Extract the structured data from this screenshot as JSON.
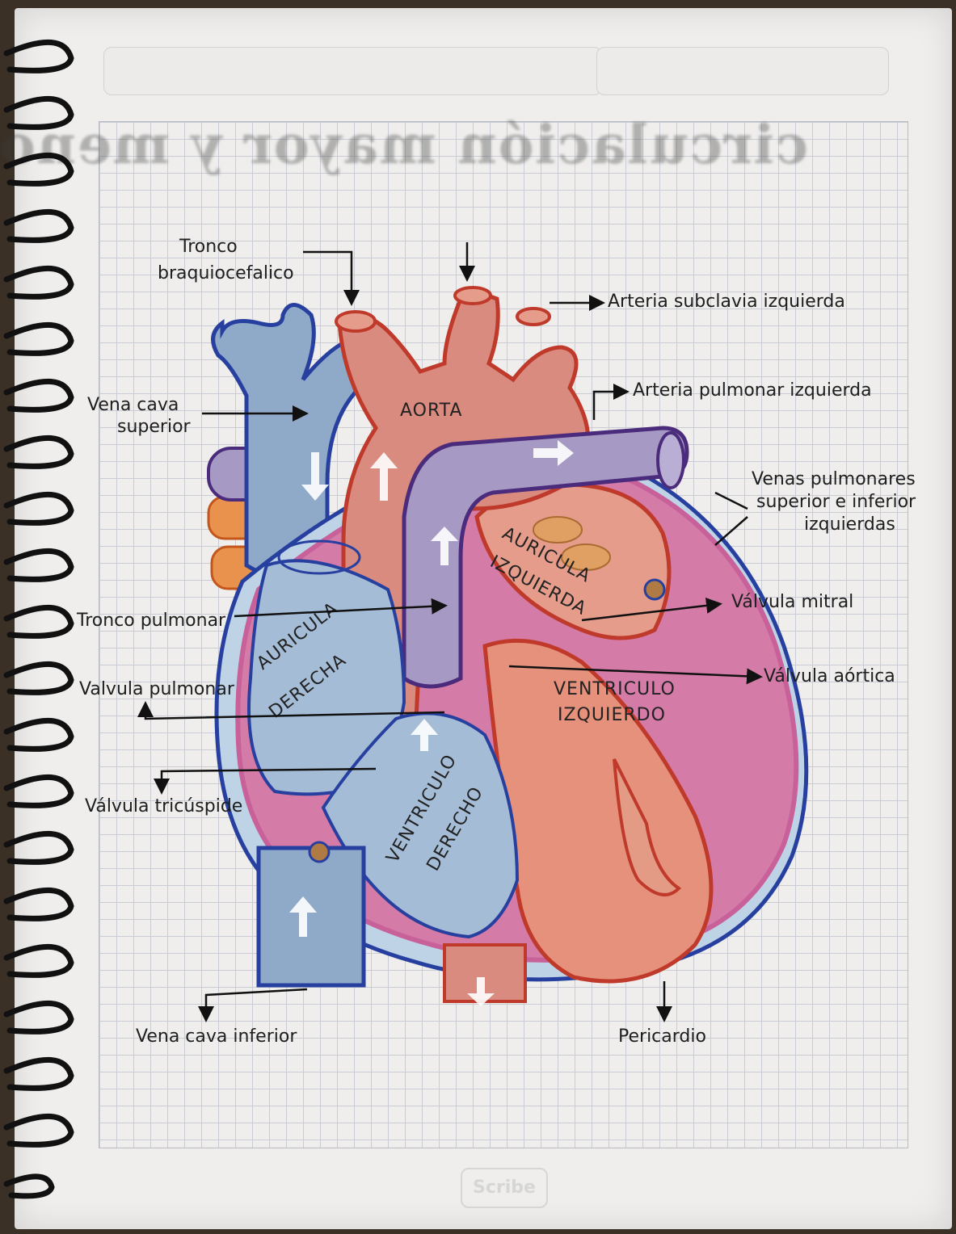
{
  "ghost_title": "circulación mayor y menor",
  "labels": {
    "tronco_braquiocefalico_1": "Tronco",
    "tronco_braquiocefalico_2": "braquiocefalico",
    "arteria_subclavia": "Arteria subclavia izquierda",
    "arteria_pulmonar": "Arteria pulmonar izquierda",
    "vena_cava_superior_1": "Vena cava",
    "vena_cava_superior_2": "superior",
    "venas_pulmonares_1": "Venas pulmonares",
    "venas_pulmonares_2": "superior e inferior",
    "venas_pulmonares_3": "izquierdas",
    "valvula_mitral": "Válvula mitral",
    "tronco_pulmonar": "Tronco pulmonar",
    "valvula_aortica": "Válvula aórtica",
    "valvula_pulmonar": "Valvula pulmonar",
    "valvula_tricuspide": "Válvula tricúspide",
    "vena_cava_inferior": "Vena cava inferior",
    "pericardio": "Pericardio"
  },
  "chambers": {
    "aorta": "AORTA",
    "auricula_izquierda_1": "AURICULA",
    "auricula_izquierda_2": "IZQUIERDA",
    "auricula_derecha_1": "AURICULA",
    "auricula_derecha_2": "DERECHA",
    "ventriculo_izquierdo_1": "VENTRICULO",
    "ventriculo_izquierdo_2": "IZQUIERDO",
    "ventriculo_derecho_1": "VENTRICULO",
    "ventriculo_derecho_2": "DERECHO"
  },
  "colors": {
    "vein_blue": "#8fa9c9",
    "artery_red": "#d98b7f",
    "pulmonary_purple": "#a69ac4",
    "pulmonary_vein_orange": "#e8924d",
    "pericardium_pink": "#c8609a",
    "outline_blue": "#2740a0",
    "outline_red": "#c03a2b"
  },
  "brand": "Scribe"
}
